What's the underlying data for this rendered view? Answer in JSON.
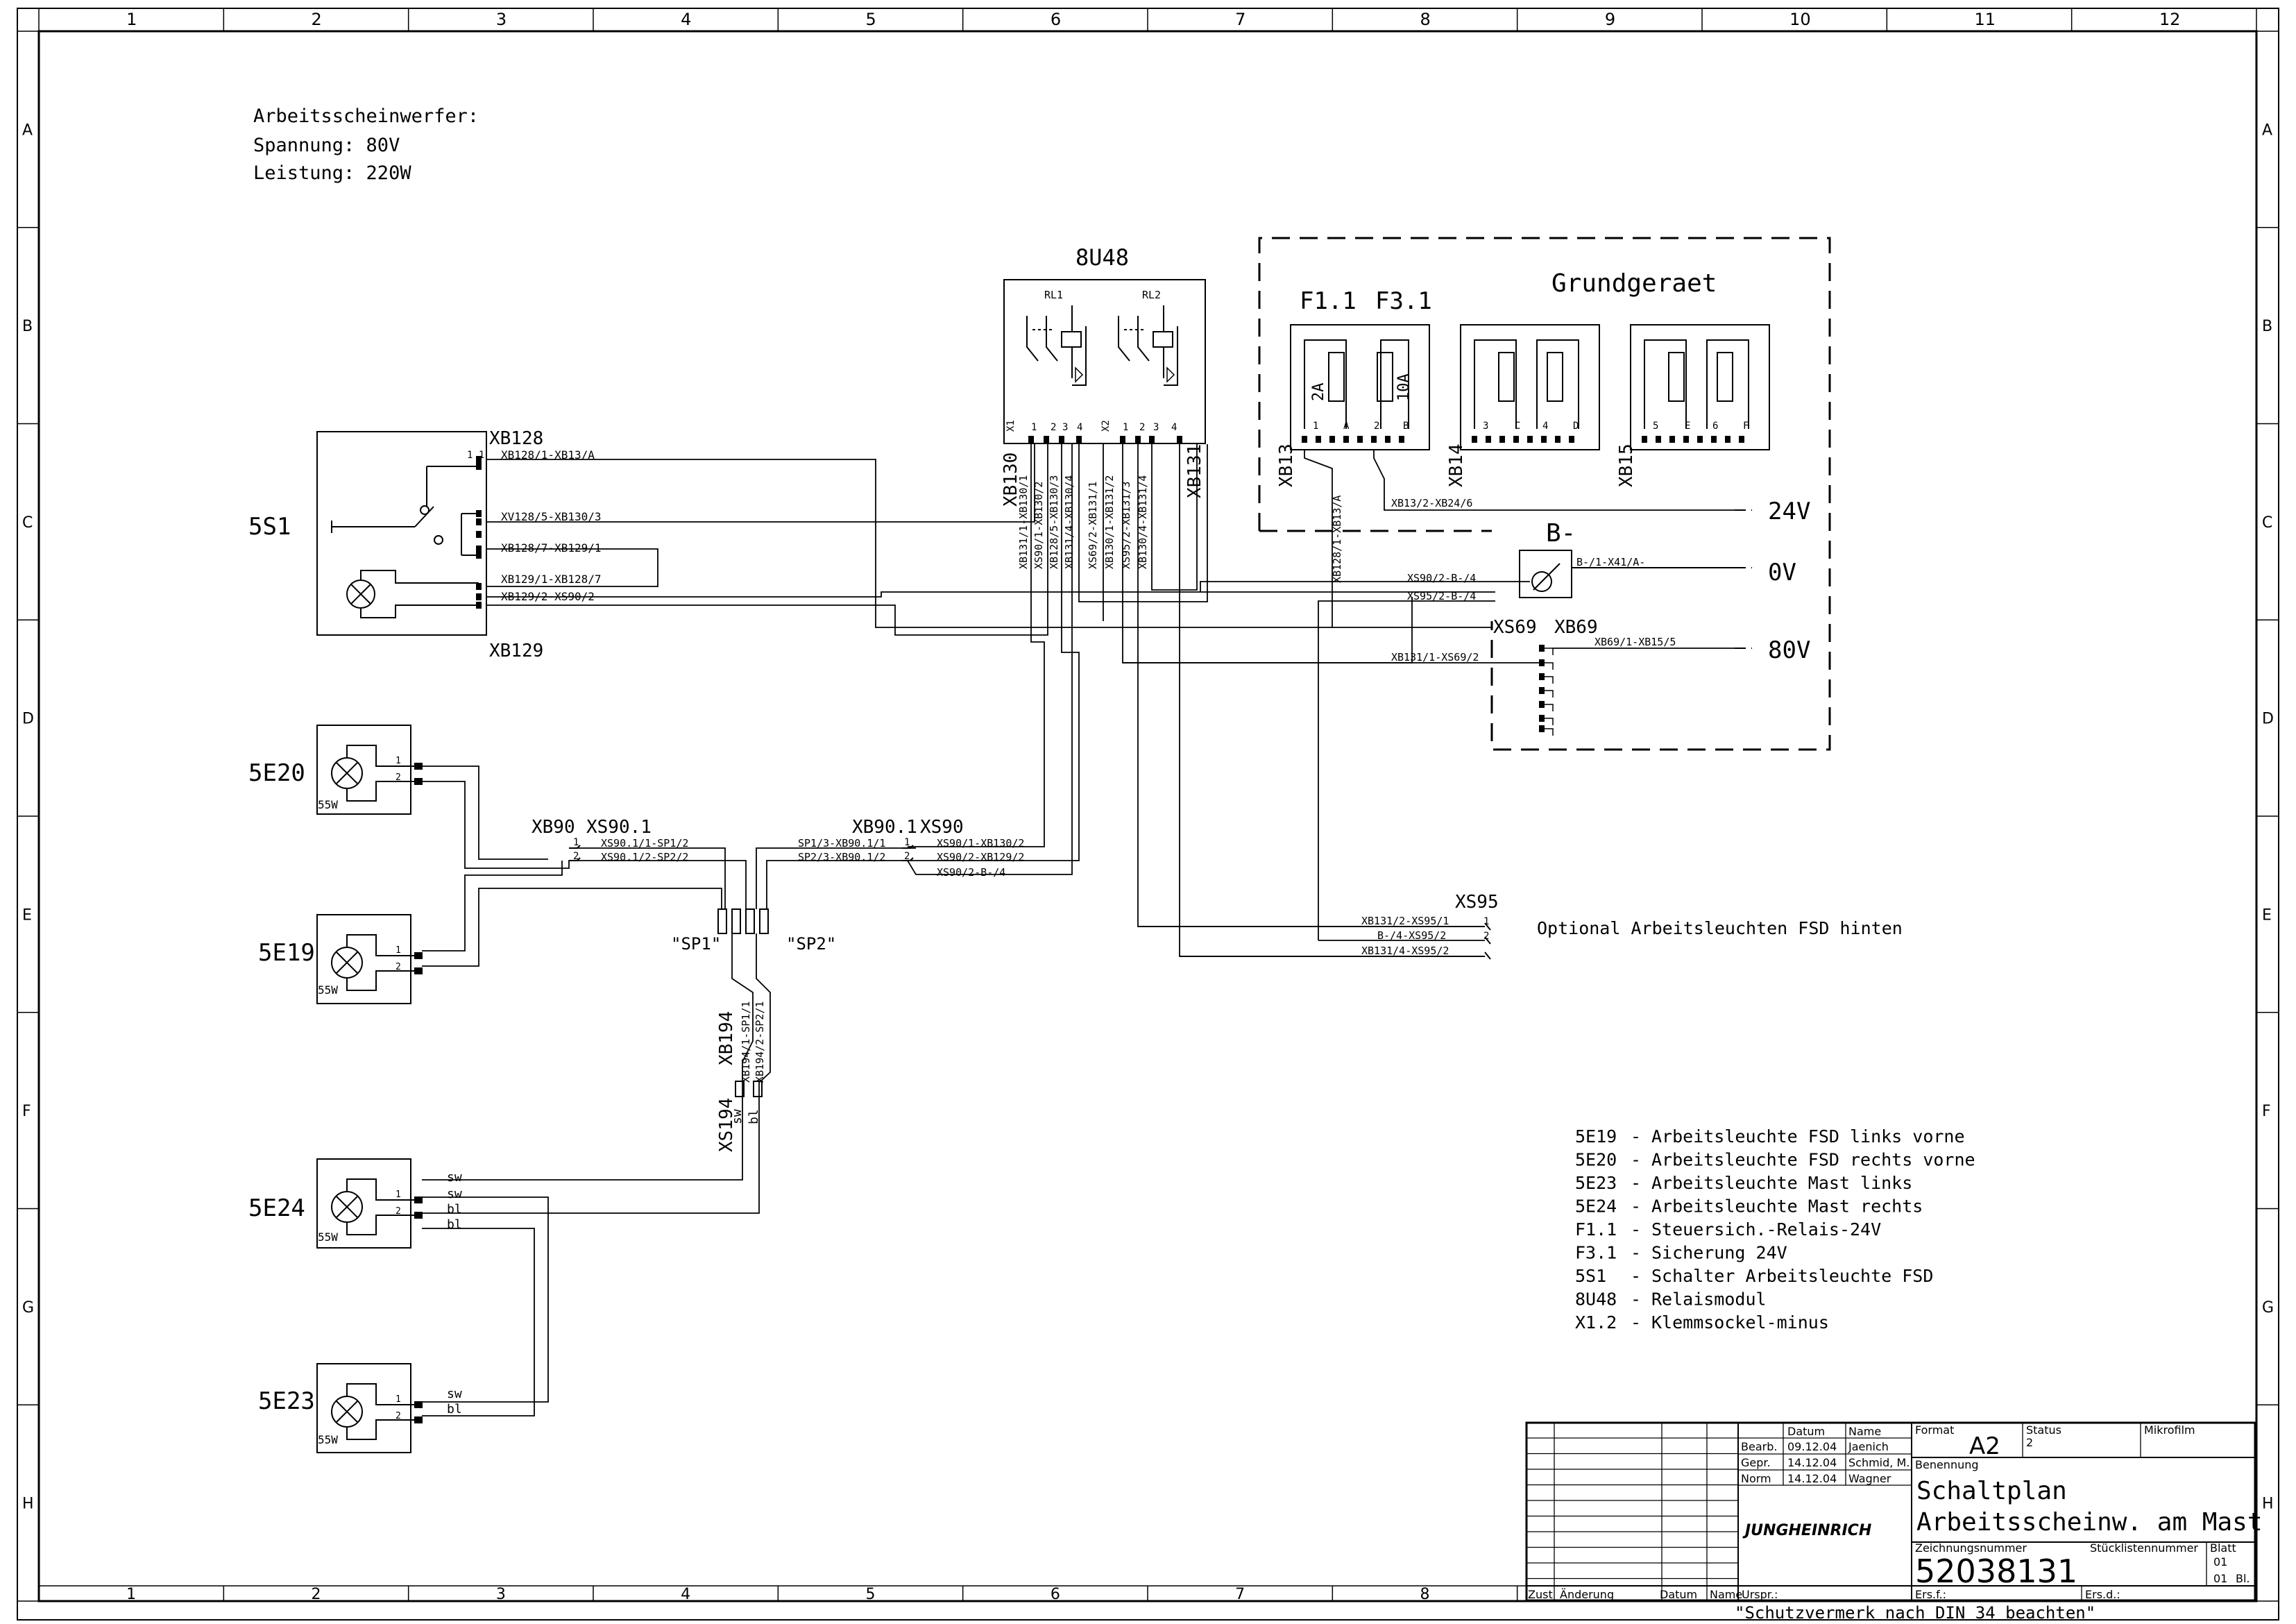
{
  "frame": {
    "columns": [
      "1",
      "2",
      "3",
      "4",
      "5",
      "6",
      "7",
      "8",
      "9",
      "10",
      "11",
      "12"
    ],
    "bottom_columns": [
      "1",
      "2",
      "3",
      "4",
      "5",
      "6",
      "7",
      "8"
    ],
    "rows": [
      "A",
      "B",
      "C",
      "D",
      "E",
      "F",
      "G",
      "H"
    ]
  },
  "notes": {
    "lines": [
      "Arbeitsscheinwerfer:",
      "Spannung: 80V",
      "Leistung: 220W"
    ]
  },
  "components": {
    "s1": "5S1",
    "e20": "5E20",
    "e19": "5E19",
    "e24": "5E24",
    "e23": "5E23",
    "u48": "8U48",
    "rl1": "RL1",
    "rl2": "RL2",
    "grundgeraet": "Grundgeraet",
    "f11": "F1.1",
    "f31": "F3.1",
    "fuse_2a": "2A",
    "fuse_10a": "10A",
    "bminus": "B-",
    "v24": "24V",
    "v0": "0V",
    "v80": "80V",
    "lamp_rating": "55W",
    "xs95": "XS95",
    "optional": "Optional Arbeitsleuchten FSD hinten",
    "sp1": "\"SP1\"",
    "sp2": "\"SP2\""
  },
  "connectors": {
    "xb128": "XB128",
    "xb129": "XB129",
    "xb130": "XB130",
    "xb131": "XB131",
    "xb13": "XB13",
    "xb14": "XB14",
    "xb15": "XB15",
    "xs69": "XS69",
    "xb69": "XB69",
    "xb90": "XB90",
    "xs901": "XS90.1",
    "xb901": "XB90.1",
    "xs90": "XS90",
    "xs194": "XS194",
    "xb194": "XB194"
  },
  "wire_labels": {
    "w1": "XB128/1-XB13/A",
    "w2": "XV128/5-XB130/3",
    "w3": "XB128/7-XB129/1",
    "w4": "XB129/1-XB128/7",
    "w5": "XB129/2-XS90/2",
    "w6": "XB13/2-XB24/6",
    "w7": "B-/1-X41/A-",
    "w8": "XS90/2-B-/4",
    "w9": "XS95/2-B-/4",
    "w10": "XB69/1-XB15/5",
    "w11": "XB131/1-XS69/2",
    "w12": "XS90.1/1-SP1/2",
    "w13": "XS90.1/2-SP2/2",
    "w14": "SP1/3-XB90.1/1",
    "w15": "SP2/3-XB90.1/2",
    "w16": "XS90/1-XB130/2",
    "w17": "XS90/2-XB129/2",
    "w18": "XS90/2-B-/4",
    "w19": "XB131/2-XS95/1",
    "w20": "B-/4-XS95/2",
    "w21": "XB131/4-XS95/2",
    "w22": "XB194/1-SP1/1",
    "w23": "XB194/2-SP2/1",
    "w24": "XB128/1-XB13/A",
    "v130": [
      "XB131/1-XB130/1",
      "XS90/1-XB130/2",
      "XB128/5-XB130/3",
      "XB131/4-XB130/4"
    ],
    "v131": [
      "XS69/2-XB131/1",
      "XB130/1-XB131/2",
      "XS95/2-XB131/3",
      "XB130/4-XB131/4"
    ]
  },
  "wire_colors": {
    "sw": "sw",
    "bl": "bl"
  },
  "legend": [
    {
      "code": "5E19",
      "text": "Arbeitsleuchte FSD links vorne"
    },
    {
      "code": "5E20",
      "text": "Arbeitsleuchte FSD rechts vorne"
    },
    {
      "code": "5E23",
      "text": "Arbeitsleuchte Mast links"
    },
    {
      "code": "5E24",
      "text": "Arbeitsleuchte Mast rechts"
    },
    {
      "code": "F1.1",
      "text": "Steuersich.-Relais-24V"
    },
    {
      "code": "F3.1",
      "text": "Sicherung 24V"
    },
    {
      "code": "5S1",
      "text": "Schalter Arbeitsleuchte FSD"
    },
    {
      "code": "8U48",
      "text": "Relaismodul"
    },
    {
      "code": "X1.2",
      "text": "Klemmsockel-minus"
    }
  ],
  "title_block": {
    "col_datum": "Datum",
    "col_name": "Name",
    "bearb": "Bearb.",
    "gepr": "Gepr.",
    "norm": "Norm",
    "bearb_date": "09.12.04",
    "bearb_name": "Jaenich",
    "gepr_date": "14.12.04",
    "gepr_name": "Schmid, M.",
    "norm_date": "14.12.04",
    "norm_name": "Wagner",
    "format_label": "Format",
    "format": "A2",
    "status_label": "Status",
    "status": "2",
    "mikrofilm": "Mikrofilm",
    "benennung": "Benennung",
    "title1": "Schaltplan",
    "title2": "Arbeitsscheinw. am Mast",
    "zeichnungsnummer_label": "Zeichnungsnummer",
    "stueckliste": "Stücklistennummer",
    "blatt": "Blatt",
    "blatt_val": "01",
    "bl_total": "01",
    "bl": "Bl.",
    "number": "52038131",
    "company": "JUNGHEINRICH",
    "zust": "Zust",
    "aenderung": "Änderung",
    "datum2": "Datum",
    "name2": "Name",
    "urspr": "Urspr.:",
    "ersf": "Ers.f.:",
    "ersd": "Ers.d.:",
    "schutz": "\"Schutzvermerk nach DIN 34 beachten\""
  }
}
